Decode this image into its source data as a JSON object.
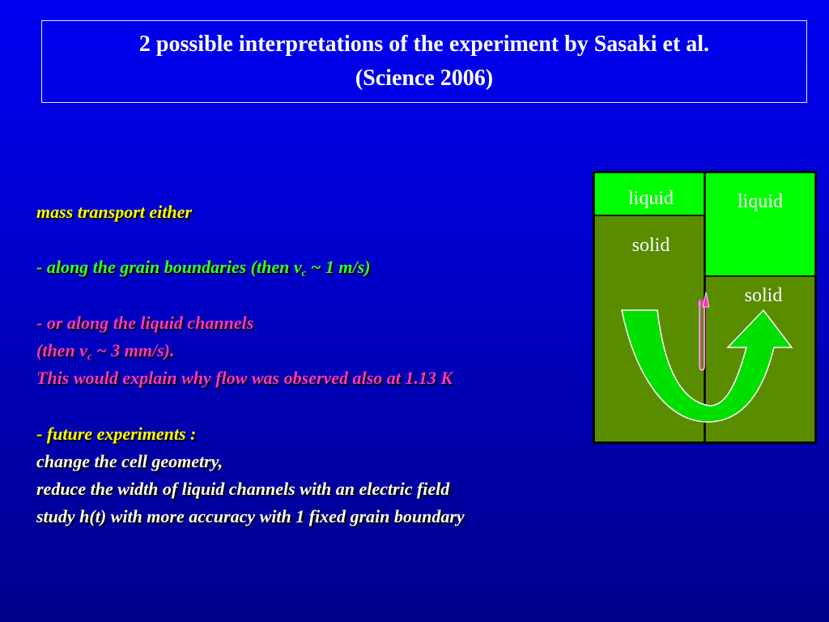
{
  "title": {
    "line1": "2 possible interpretations of the experiment by  Sasaki et al.",
    "line2": "(Science 2006)"
  },
  "body": {
    "intro": "mass transport either",
    "item1_dash": "-",
    "item1_a": "along the grain boundaries  (then v",
    "item1_sub": "c",
    "item1_b": "~  1 m/s)",
    "item2_dash": "-",
    "item2_line1": "or along the liquid channels",
    "item2_a": "(then v",
    "item2_sub": "c",
    "item2_b": "~ 3 mm/s).",
    "item2_line3": "This would explain why flow was observed also at 1.13 K",
    "item3_dash": "-",
    "item3_head": "future experiments :",
    "item3_line1": "change the cell geometry,",
    "item3_line2": "reduce the width of liquid channels with an electric field",
    "item3_line3": "study h(t) with more accuracy with 1 fixed grain boundary"
  },
  "diagram": {
    "left_liquid": "liquid",
    "left_solid": "solid",
    "right_liquid": "liquid",
    "right_solid": "solid",
    "colors": {
      "liquid": "#00ff00",
      "solid": "#5a8c00",
      "arrow": "#00e000",
      "grain_boundary_arrow": "#ff33cc",
      "border": "#000000"
    }
  }
}
